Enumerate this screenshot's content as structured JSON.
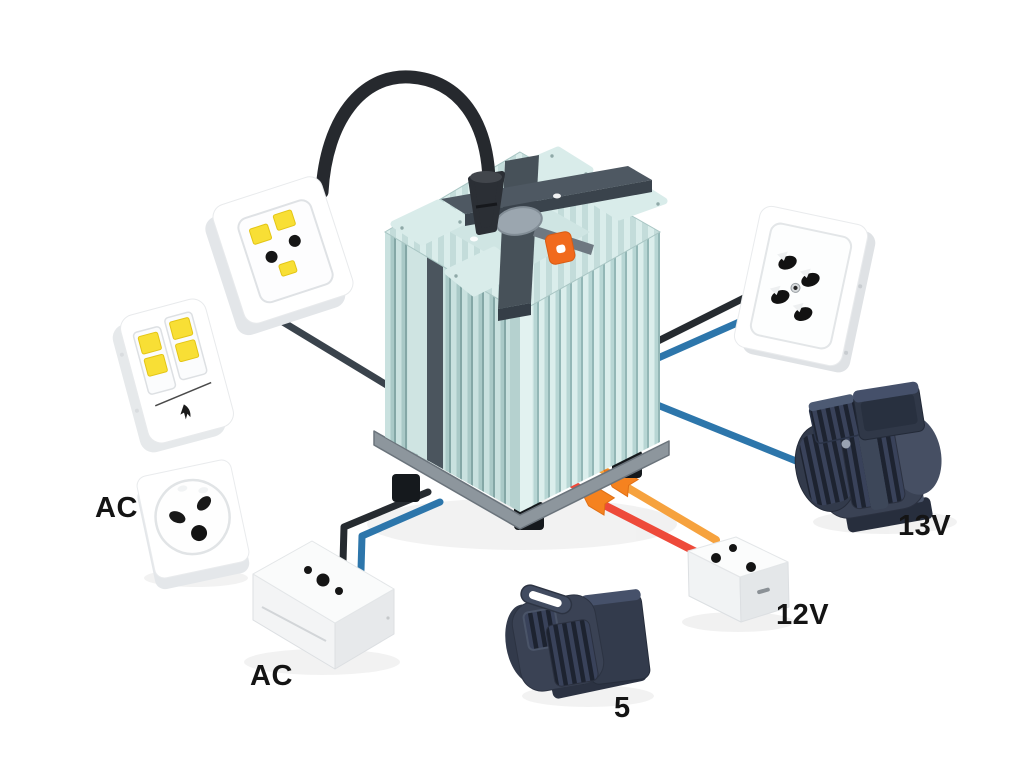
{
  "diagram": {
    "title": "transformer-power-conversion-diagram",
    "background_color": "#ffffff",
    "labels": {
      "left_outlet_ac": "AC",
      "bottom_box_ac": "AC",
      "right_motor_13v": "13V",
      "small_box_12v": "12V",
      "bottom_motor_5": "5"
    },
    "colors": {
      "fin_light": "#d6ebe9",
      "fin_mid": "#bcd9d7",
      "fin_dark": "#92b5b4",
      "bracket_gray": "#4e5862",
      "base_gray": "#8d969d",
      "indicator_orange": "#f16a1d",
      "wire_black": "#262b30",
      "wire_blue": "#2d76ab",
      "wire_red": "#ee4a3a",
      "wire_orange": "#f6a23e",
      "connector_orange": "#f5821f",
      "motor_body": "#3a4254",
      "device_white": "#ffffff",
      "pin_yellow": "#f8df35"
    },
    "devices": [
      {
        "name": "power-cable",
        "icon": "cable-icon"
      },
      {
        "name": "outlet-yellow-pins",
        "icon": "outlet-icon"
      },
      {
        "name": "switch-panel-four-buttons",
        "icon": "switch-icon"
      },
      {
        "name": "ac-wall-outlet",
        "icon": "outlet-icon",
        "label": "AC"
      },
      {
        "name": "transformer-unit",
        "icon": "transformer-icon"
      },
      {
        "name": "ac-junction-box",
        "icon": "box-icon",
        "label": "AC"
      },
      {
        "name": "four-pin-outlet",
        "icon": "outlet-icon"
      },
      {
        "name": "electric-motor-13v",
        "icon": "motor-icon",
        "label": "13V"
      },
      {
        "name": "junction-box-12v",
        "icon": "box-icon",
        "label": "12V"
      },
      {
        "name": "electric-motor-5",
        "icon": "motor-icon",
        "label": "5"
      }
    ]
  }
}
